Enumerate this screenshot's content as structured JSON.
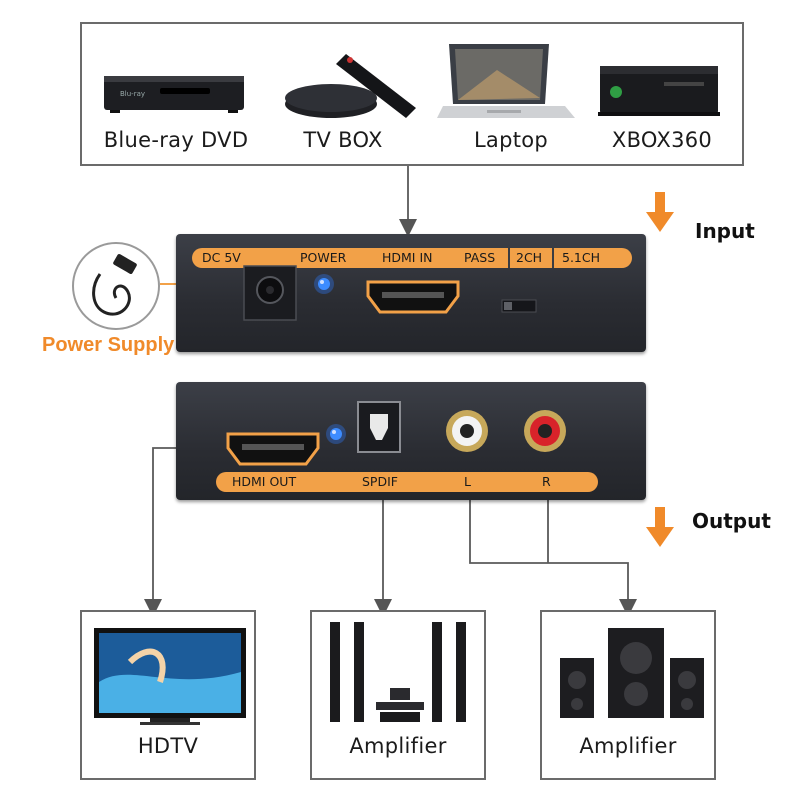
{
  "sources": [
    {
      "label": "Blue-ray DVD",
      "icon": "bluray-player-icon"
    },
    {
      "label": "TV BOX",
      "icon": "tv-box-icon"
    },
    {
      "label": "Laptop",
      "icon": "laptop-icon"
    },
    {
      "label": "XBOX360",
      "icon": "xbox360-icon"
    }
  ],
  "input_device": {
    "title": "Input",
    "ports": [
      "DC 5V",
      "POWER",
      "HDMI IN",
      "PASS",
      "2CH",
      "5.1CH"
    ]
  },
  "power_supply": {
    "label": "Power Supply",
    "icon": "power-adapter-icon"
  },
  "output_device": {
    "title": "Output",
    "ports": [
      "HDMI OUT",
      "SPDIF",
      "L",
      "R"
    ]
  },
  "destinations": [
    {
      "label": "HDTV",
      "icon": "hdtv-icon"
    },
    {
      "label": "Amplifier",
      "icon": "amplifier-speakers-icon"
    },
    {
      "label": "Amplifier",
      "icon": "amplifier-speakers-icon"
    }
  ],
  "colors": {
    "accent": "#f2a148",
    "arrow": "#f08a2a",
    "device": "#2d2f35",
    "led": "#2f7bff",
    "line": "#5a5a5a"
  }
}
